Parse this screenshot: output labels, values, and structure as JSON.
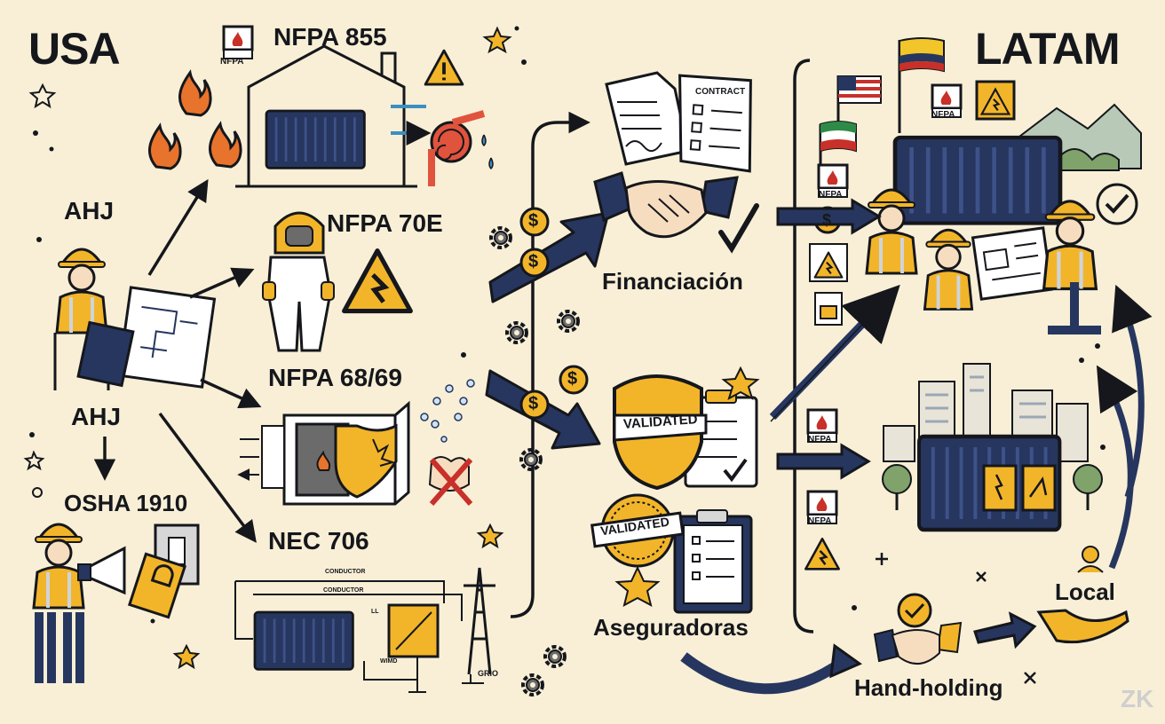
{
  "regions": {
    "left_title": "USA",
    "right_title": "LATAM"
  },
  "authorities": {
    "ahj_top": "AHJ",
    "ahj_bottom": "AHJ",
    "osha": "OSHA 1910"
  },
  "standards": {
    "nfpa855": "NFPA 855",
    "nfpa70e": "NFPA 70E",
    "nfpa6869": "NFPA 68/69",
    "nec706": "NEC 706",
    "nfpa_badge": "NFPA"
  },
  "wiring_labels": {
    "conductor1": "CONDUCTOR",
    "conductor2": "CONDUCTOR",
    "ll": "LL",
    "wimd": "WIMD",
    "grid": "GRIO"
  },
  "middle": {
    "contract_title": "CONTRACT",
    "financing": "Financiación",
    "insurers": "Aseguradoras",
    "stamp1": "VALIDATED",
    "stamp2": "VALIDATED",
    "currency_symbol": "$"
  },
  "right": {
    "handholding": "Hand-holding",
    "local": "Local"
  },
  "brand": {
    "watermark": "ZK"
  },
  "colors": {
    "navy": "#26365f",
    "yellow": "#f2b52a",
    "background": "#f8efd6",
    "ink": "#15171c",
    "red": "#c8302a"
  }
}
